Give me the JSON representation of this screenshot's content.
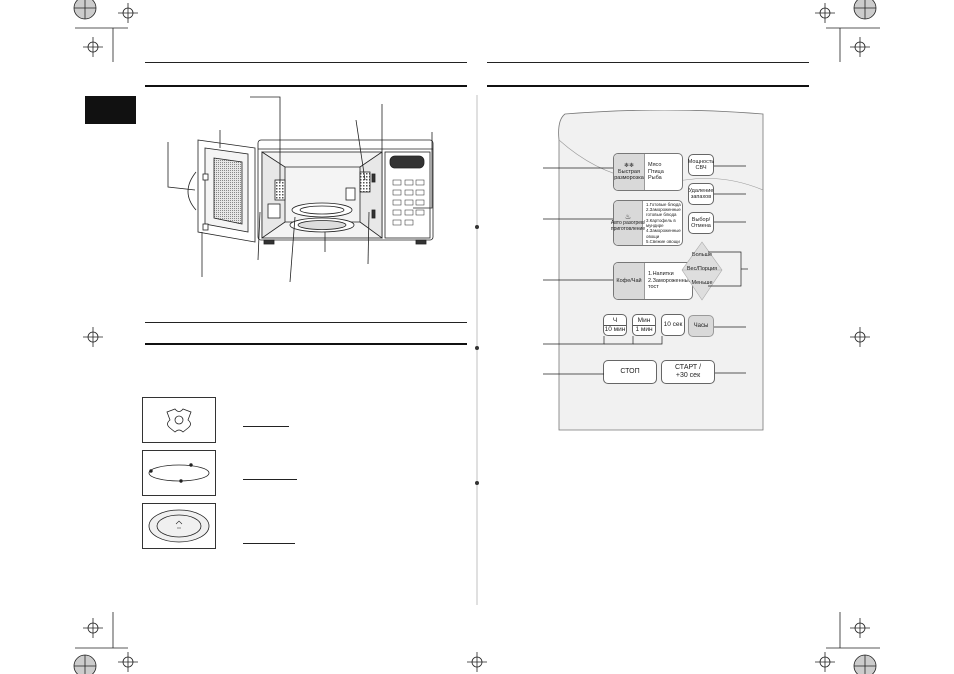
{
  "control_panel": {
    "defrost_label": "Быстрая разморозка",
    "defrost_items": [
      "Мясо",
      "Птица",
      "Рыба"
    ],
    "cooking_label": "Авто разогрев/ приготовление",
    "cooking_items": [
      "1.Готовые блюда",
      "2.Замороженные готовые блюда",
      "3.Картофель в мундире",
      "4.Замороженные овощи",
      "5.Свежие овощи"
    ],
    "beverage_label": "Кофе/Чай",
    "beverage_items": [
      "1.Напитки",
      "2.Замороженный тост"
    ],
    "power_button": "Мощность СВЧ",
    "remove_odor_button": "Удаление запахов",
    "select_button": "Выбор/Отмена",
    "more_label": "Больше",
    "weight_portion_label": "Вес/Порция",
    "less_label": "Меньше",
    "clock_button": "Часы",
    "hour_button": [
      "Ч",
      "10 мин"
    ],
    "minute_button": [
      "Мин",
      "1 мин"
    ],
    "sec_button": "10 сек",
    "stop_button": "СТОП",
    "start_button": [
      "СТАРТ /",
      "+30 сек"
    ]
  }
}
